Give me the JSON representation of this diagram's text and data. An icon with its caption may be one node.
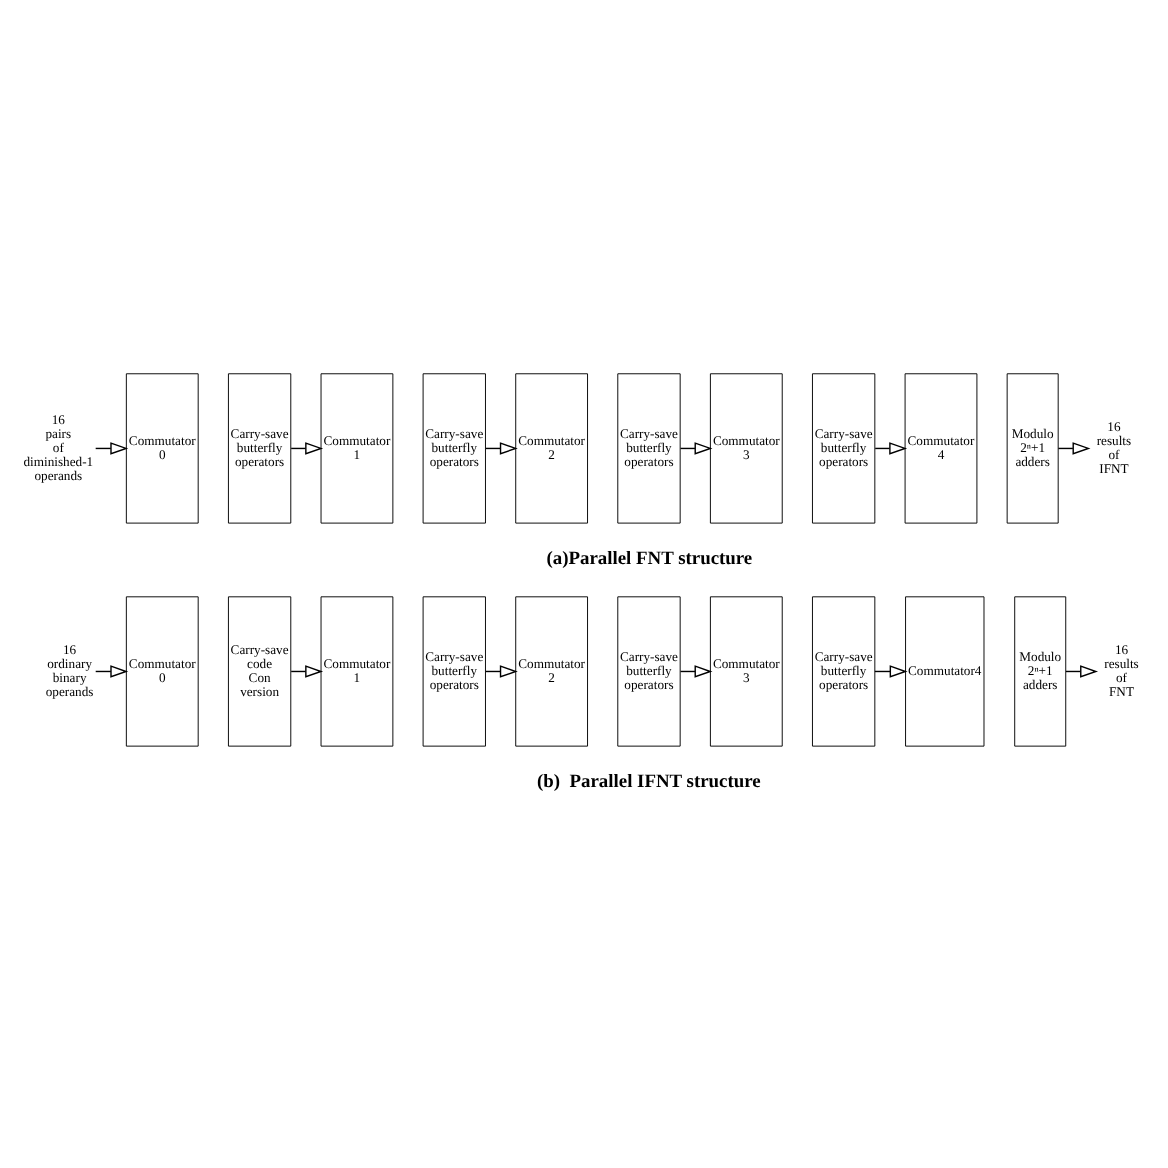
{
  "diagram": {
    "nodes": [
      {
        "text": [
          "16 pairs of diminished-1 operands"
        ]
      },
      {
        "text": [
          "Commutator 0"
        ]
      },
      {
        "text": [
          "Carry-save butterfly operators"
        ]
      },
      {
        "text": [
          "Commutator 1"
        ]
      },
      {
        "text": [
          "Carry-save butterfly operators"
        ]
      },
      {
        "text": [
          "Commutator 2"
        ]
      },
      {
        "text": [
          "Carry-save butterfly operators"
        ]
      },
      {
        "text": [
          "Commutator 3"
        ]
      },
      {
        "text": [
          "Carry-save butterfly operators"
        ]
      },
      {
        "text": [
          "Commutator 4"
        ]
      },
      {
        "text": [
          "Modulo 2ⁿ+1 adders"
        ]
      },
      {
        "text": [
          "16 results of IFNT"
        ]
      },
      {
        "text": [
          "16 ordinary binary operands"
        ]
      },
      {
        "text": [
          "Commutator 0"
        ]
      },
      {
        "text": [
          "Carry-save code Con version"
        ]
      },
      {
        "text": [
          "Commutator 1"
        ]
      },
      {
        "text": [
          "Carry-save butterfly operators"
        ]
      },
      {
        "text": [
          "Commutator 2"
        ]
      },
      {
        "text": [
          "Carry-save butterfly operators"
        ]
      },
      {
        "text": [
          "Commutator 3"
        ]
      },
      {
        "text": [
          "Carry-save butterfly operators"
        ]
      },
      {
        "text": [
          "Commutator4"
        ]
      },
      {
        "text": [
          "Modulo 2ⁿ+1 adders"
        ]
      },
      {
        "text": [
          "16 results of FNT"
        ]
      }
    ],
    "edges": [
      {
        "from": 0,
        "to": 1,
        "arrow": "to"
      },
      {
        "from": 2,
        "to": 3,
        "arrow": "to"
      },
      {
        "from": 4,
        "to": 5,
        "arrow": "to"
      },
      {
        "from": 6,
        "to": 7,
        "arrow": "to"
      },
      {
        "from": 8,
        "to": 9,
        "arrow": "to"
      },
      {
        "from": 10,
        "to": 11,
        "arrow": "to"
      },
      {
        "from": 12,
        "to": 13,
        "arrow": "to"
      },
      {
        "from": 14,
        "to": 15,
        "arrow": "to"
      },
      {
        "from": 16,
        "to": 17,
        "arrow": "to"
      },
      {
        "from": 18,
        "to": 19,
        "arrow": "to"
      },
      {
        "from": 20,
        "to": 21,
        "arrow": "to"
      },
      {
        "from": 22,
        "to": 23,
        "arrow": "to"
      }
    ],
    "labels": [
      "(a)Parallel FNT structure",
      "(b)  Parallel IFNT structure"
    ]
  }
}
